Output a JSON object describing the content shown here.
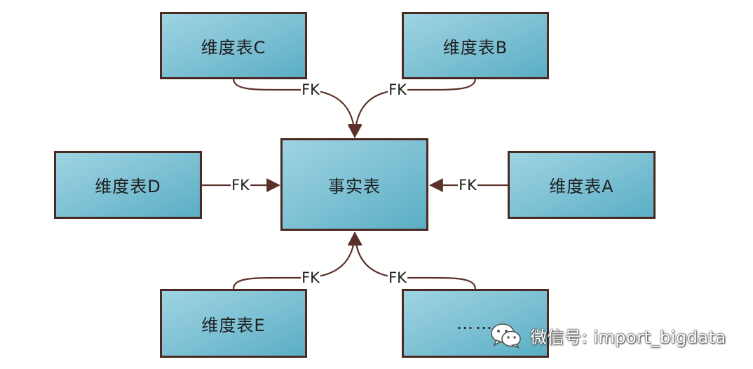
{
  "fact_table": "事实表",
  "dimensions": {
    "a": "维度表A",
    "b": "维度表B",
    "c": "维度表C",
    "d": "维度表D",
    "e": "维度表E",
    "more": "……"
  },
  "fk_label": "FK",
  "watermark": {
    "icon": "wechat-icon",
    "text": "微信号: import_bigdata"
  },
  "colors": {
    "box_fill": "#82c3d6",
    "box_border": "#4a2a22",
    "connector": "#5a3028"
  }
}
